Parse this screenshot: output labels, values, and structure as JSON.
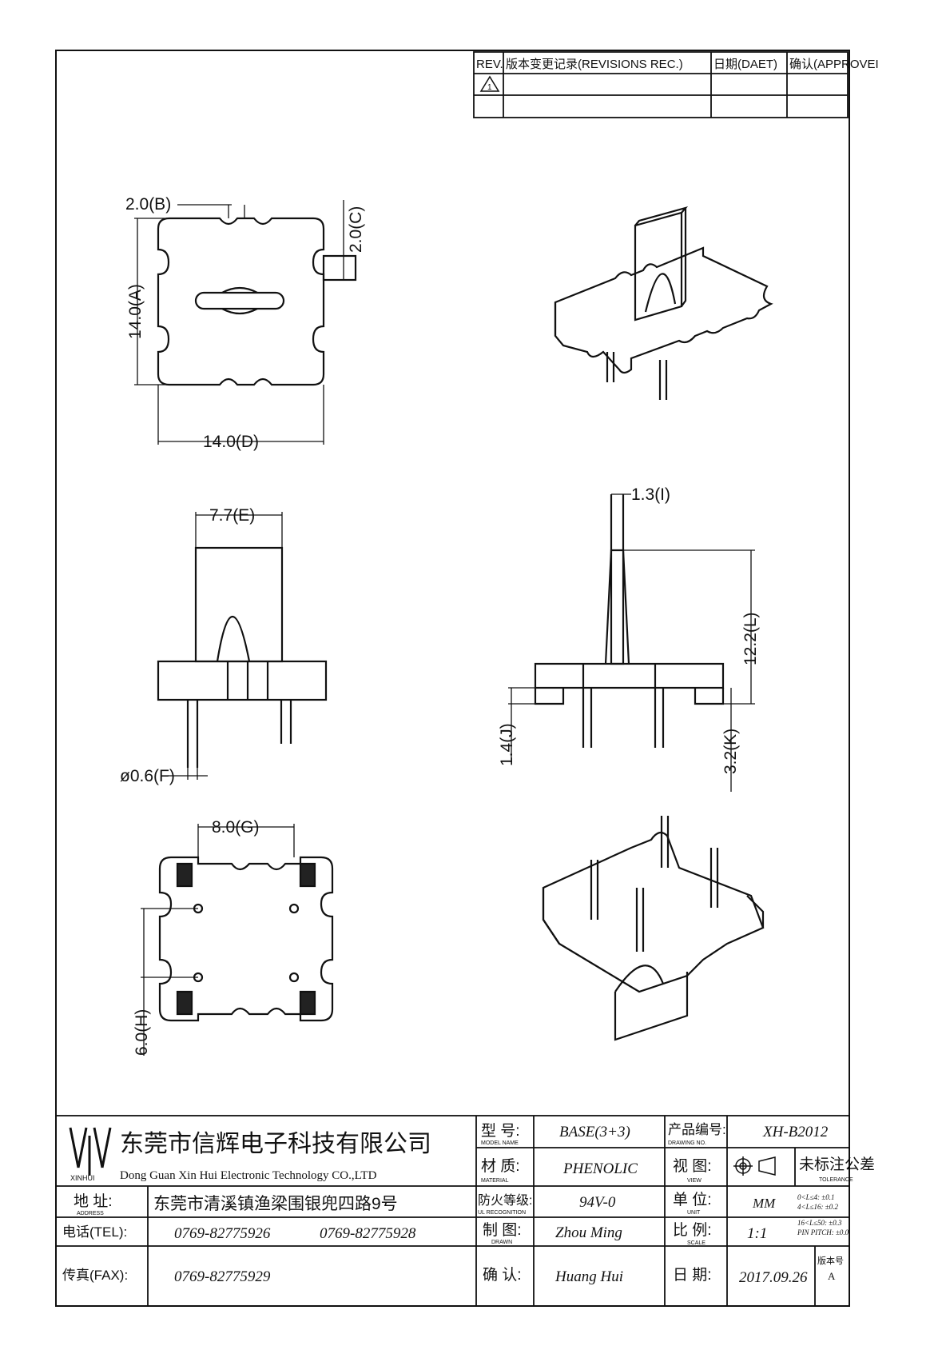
{
  "revision_table": {
    "headers": {
      "rev": "REV.",
      "records": "版本变更记录(REVISIONS REC.)",
      "date": "日期(DAET)",
      "approve": "确认(APPROVEI"
    },
    "rev_symbol": "1"
  },
  "dimensions": {
    "b": "2.0(B)",
    "c": "2.0(C)",
    "a": "14.0(A)",
    "d": "14.0(D)",
    "e": "7.7(E)",
    "f": "ø0.6(F)",
    "i": "1.3(I)",
    "l": "12.2(L)",
    "j": "1.4(J)",
    "k": "3.2(K)",
    "g": "8.0(G)",
    "h": "6.0(H)"
  },
  "title_block": {
    "logo_text": "XINHUI",
    "company_cn": "东莞市信辉电子科技有限公司",
    "company_en": "Dong Guan Xin Hui Electronic Technology CO.,LTD",
    "address_label": "地 址:",
    "address_label_en": "ADDRESS",
    "address": "东莞市清溪镇渔梁围银兜四路9号",
    "tel_label": "电话(TEL):",
    "tel_1": "0769-82775926",
    "tel_2": "0769-82775928",
    "fax_label": "传真(FAX):",
    "fax": "0769-82775929",
    "model_label": "型 号:",
    "model_label_en": "MODEL NAME",
    "model": "BASE(3+3)",
    "material_label": "材 质:",
    "material_label_en": "MATERIAL",
    "material": "PHENOLIC",
    "flame_label": "防火等级:",
    "flame_label_en": "UL RECOGNITION",
    "flame": "94V-0",
    "drawn_label": "制 图:",
    "drawn_label_en": "DRAWN",
    "drawn": "Zhou Ming",
    "confirm_label": "确 认:",
    "confirm": "Huang Hui",
    "product_no_label": "产品编号:",
    "product_no_label_en": "DRAWING NO.",
    "product_no": "XH-B2012",
    "view_label": "视 图:",
    "view_label_en": "VIEW",
    "tolerance_label": "未标注公差",
    "tolerance_label_en": "TOLERANCE",
    "tolerances": [
      "0<L≤4: ±0.1",
      "4<L≤16: ±0.2",
      "16<L≤50: ±0.3",
      "PIN PITCH: ±0.0"
    ],
    "unit_label": "单 位:",
    "unit_label_en": "UNIT",
    "unit": "MM",
    "scale_label": "比 例:",
    "scale_label_en": "SCALE",
    "scale": "1:1",
    "date_label": "日 期:",
    "date": "2017.09.26",
    "version_label": "版本号",
    "version": "A"
  }
}
